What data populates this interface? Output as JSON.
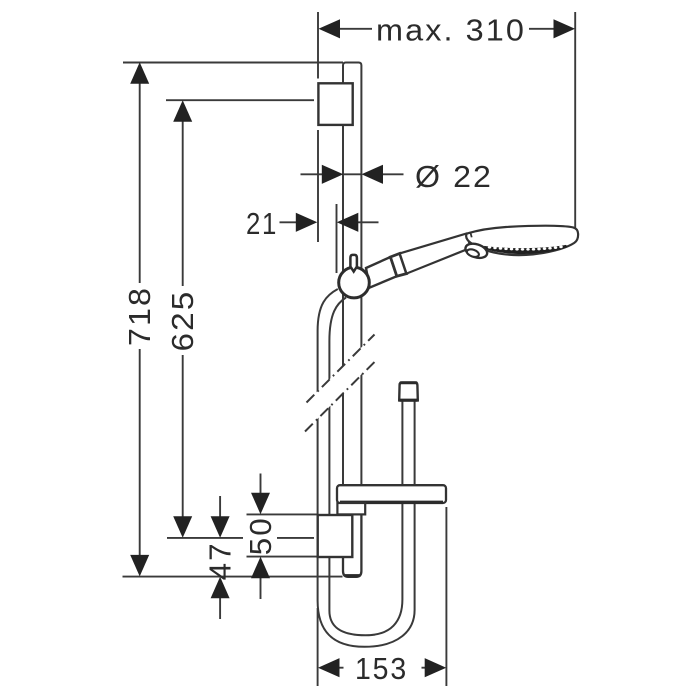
{
  "title": "Shower set technical dimension drawing",
  "colors": {
    "background": "#ffffff",
    "line": "#3a3a3a",
    "object_line": "#333333",
    "arrow": "#222222",
    "text": "#2b2b2b",
    "nozzle_band": "#242424"
  },
  "dimensions": {
    "max_width": {
      "label": "max. 310",
      "orientation": "horizontal",
      "value_mm": 310
    },
    "rail_diameter": {
      "label": "Ø 22",
      "orientation": "horizontal",
      "value_mm": 22
    },
    "wall_offset": {
      "label": "21",
      "orientation": "horizontal",
      "value_mm": 21
    },
    "total_height": {
      "label": "718",
      "orientation": "vertical",
      "value_mm": 718
    },
    "rail_length": {
      "label": "625",
      "orientation": "vertical",
      "value_mm": 625
    },
    "bracket_height": {
      "label": "50",
      "orientation": "vertical",
      "value_mm": 50
    },
    "bracket_offset": {
      "label": "47",
      "orientation": "vertical",
      "value_mm": 47
    },
    "hose_bow_width": {
      "label": "153",
      "orientation": "horizontal",
      "value_mm": 153
    }
  },
  "parts": [
    "wall-bar",
    "upper-wall-bracket",
    "lower-wall-bracket",
    "slider-holder",
    "hand-shower",
    "shower-hose",
    "hose-connector",
    "soap-dish-shelf"
  ]
}
